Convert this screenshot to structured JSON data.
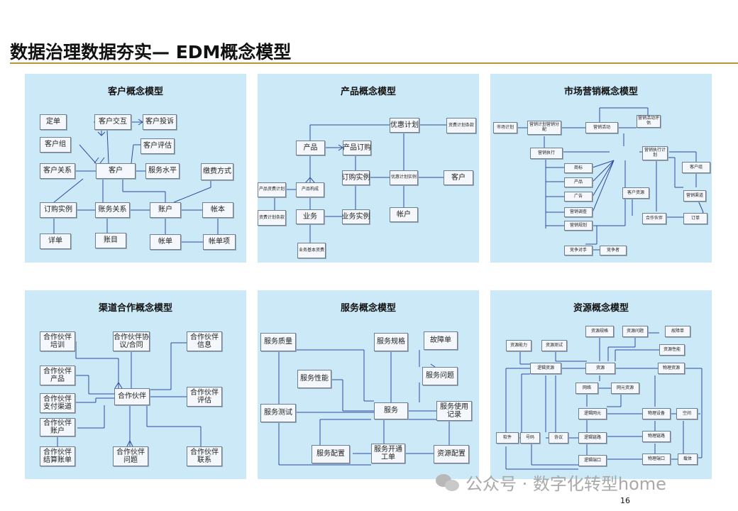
{
  "page_title": "数据治理数据夯实— EDM概念模型",
  "page_number": "16",
  "watermark": "公众号 · 数字化转型home",
  "panels": [
    {
      "title": "客户概念模型",
      "nodes": [
        "定单",
        "客户交互",
        "客户投诉",
        "客户组",
        "客户评估",
        "客户关系",
        "客户",
        "服务水平",
        "缴费方式",
        "订购实例",
        "账务关系",
        "账户",
        "帐本",
        "详单",
        "账目",
        "帐单",
        "帐单项"
      ]
    },
    {
      "title": "产品概念模型",
      "nodes": [
        "优惠计划",
        "资费计划条款",
        "产品",
        "产品订购",
        "订购实例",
        "优惠计划实例",
        "客户",
        "产品资费计划",
        "产品构成",
        "资费计划条款",
        "业务",
        "业务实例",
        "帐户",
        "业务基本资费"
      ]
    },
    {
      "title": "市场营销概念模型",
      "nodes": [
        "营销活动评估",
        "市场计划",
        "营销计划营销分配",
        "营销活动",
        "营销执行",
        "营销执行计划",
        "商标",
        "客户组",
        "客户资源",
        "产品",
        "广告",
        "营销渠道",
        "营销调查",
        "营销规划",
        "合作伙伴",
        "竞争对手",
        "竞争者",
        "订单"
      ]
    },
    {
      "title": "渠道合作概念模型",
      "nodes": [
        "合作伙伴培训",
        "合作伙伴协议/合同",
        "合作伙伴信息",
        "合作伙伴产品",
        "合作伙伴",
        "合作伙伴评估",
        "合作伙伴支付渠道",
        "合作伙伴账户",
        "合作伙伴结算账单",
        "合作伙伴问题",
        "合作伙伴联系"
      ]
    },
    {
      "title": "服务概念模型",
      "nodes": [
        "服务质量",
        "服务规格",
        "故障单",
        "服务性能",
        "服务问题",
        "服务测试",
        "服务",
        "服务使用记录",
        "服务配置",
        "服务开通工单",
        "资源配置"
      ]
    },
    {
      "title": "资源概念模型",
      "nodes": [
        "资源规格",
        "资源问题",
        "故障单",
        "资源性能",
        "资源测试",
        "资源能力",
        "逻辑资源",
        "资源",
        "物理资源",
        "网络",
        "网元资源",
        "逻辑网元",
        "物理设备",
        "空间",
        "软件",
        "号码",
        "协议",
        "逻辑链路",
        "物理链路",
        "逻辑端口",
        "物理端口",
        "载体"
      ]
    }
  ]
}
